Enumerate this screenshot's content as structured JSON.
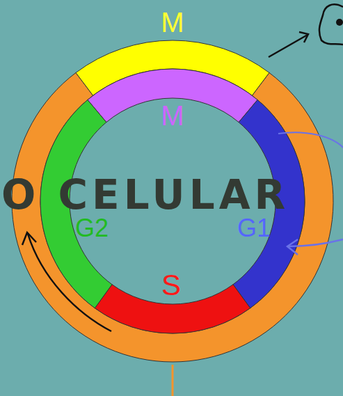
{
  "diagram": {
    "labels": [
      "M",
      "M",
      "G2",
      "G1",
      "S",
      "O CELULAR"
    ]
  }
}
